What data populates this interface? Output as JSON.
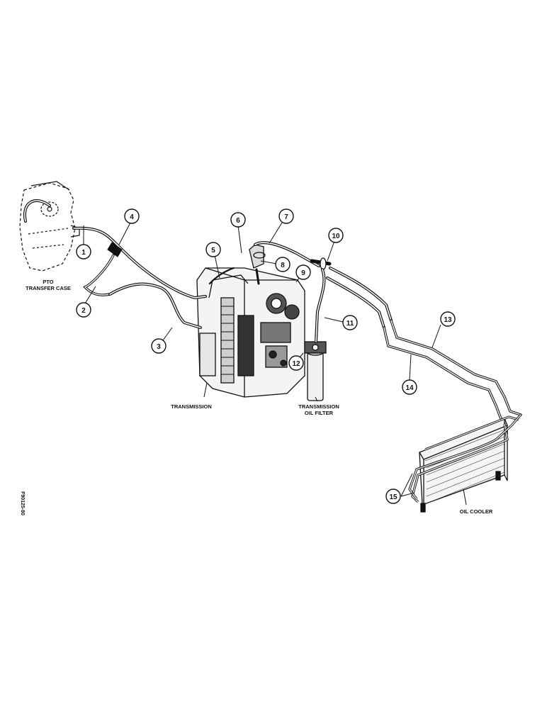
{
  "callouts": [
    "1",
    "2",
    "3",
    "4",
    "5",
    "6",
    "7",
    "8",
    "9",
    "10",
    "11",
    "12",
    "13",
    "14",
    "15"
  ],
  "labels": {
    "pto_line1": "PTO",
    "pto_line2": "TRANSFER CASE",
    "transmission": "TRANSMISSION",
    "filter_line1": "TRANSMISSION",
    "filter_line2": "OIL FILTER",
    "cooler": "OIL COOLER",
    "figure_id": "F90125-80"
  },
  "colors": {
    "ink": "#111111",
    "paper": "#ffffff"
  }
}
